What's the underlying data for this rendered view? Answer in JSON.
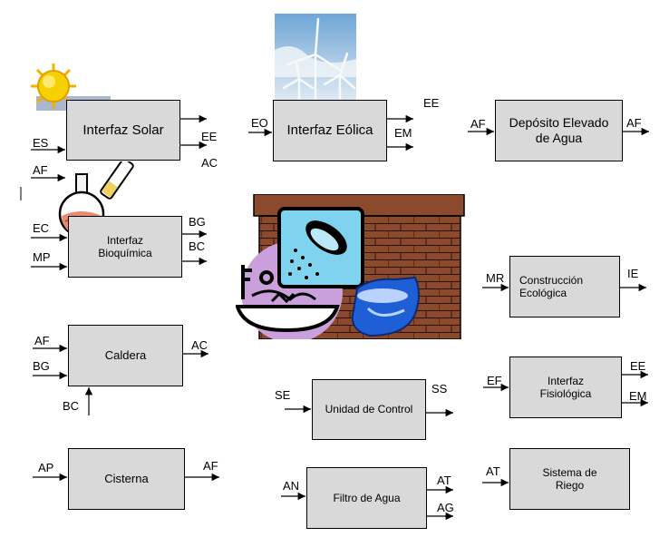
{
  "blocks": {
    "solar": "Interfaz Solar",
    "eolica": "Interfaz Eólica",
    "deposito": "Depósito Elevado de Agua",
    "bioquimica": "Interfaz Bioquímica",
    "construccion": "Construcción Ecológica",
    "caldera": "Caldera",
    "control": "Unidad de Control",
    "fisiologica": "Interfaz Fisiológica",
    "cisterna": "Cisterna",
    "filtro": "Filtro de Agua",
    "riego": "Sistema de Riego"
  },
  "signals": {
    "solar_es": "ES",
    "solar_ee": "EE",
    "solar_ac": "AC",
    "eolica_eo": "EO",
    "eolica_ee": "EE",
    "eolica_em": "EM",
    "deposito_af_in": "AF",
    "deposito_af_out": "AF",
    "bio_af": "AF",
    "bio_ec": "EC",
    "bio_mp": "MP",
    "bio_bg": "BG",
    "bio_bc": "BC",
    "construccion_mr": "MR",
    "construccion_ie": "IE",
    "caldera_af": "AF",
    "caldera_bg": "BG",
    "caldera_bc": "BC",
    "caldera_ac": "AC",
    "control_se": "SE",
    "control_ss": "SS",
    "fisio_ef": "EF",
    "fisio_ee": "EE",
    "fisio_em": "EM",
    "cisterna_ap": "AP",
    "cisterna_af": "AF",
    "filtro_an": "AN",
    "filtro_at": "AT",
    "filtro_ag": "AG",
    "riego_at": "AT"
  },
  "colors": {
    "block_fill": "#d9d9d9",
    "brick": "#8b4a2b",
    "sky": "#9fc3e0",
    "sun": "#f5c400",
    "shower": "#7fd3ef",
    "tub_bg": "#c9a0dc",
    "toilet": "#1f5fd6"
  },
  "icons": [
    "sun-icon",
    "wind-turbines-icon",
    "flask-icon",
    "bathroom-icon"
  ]
}
